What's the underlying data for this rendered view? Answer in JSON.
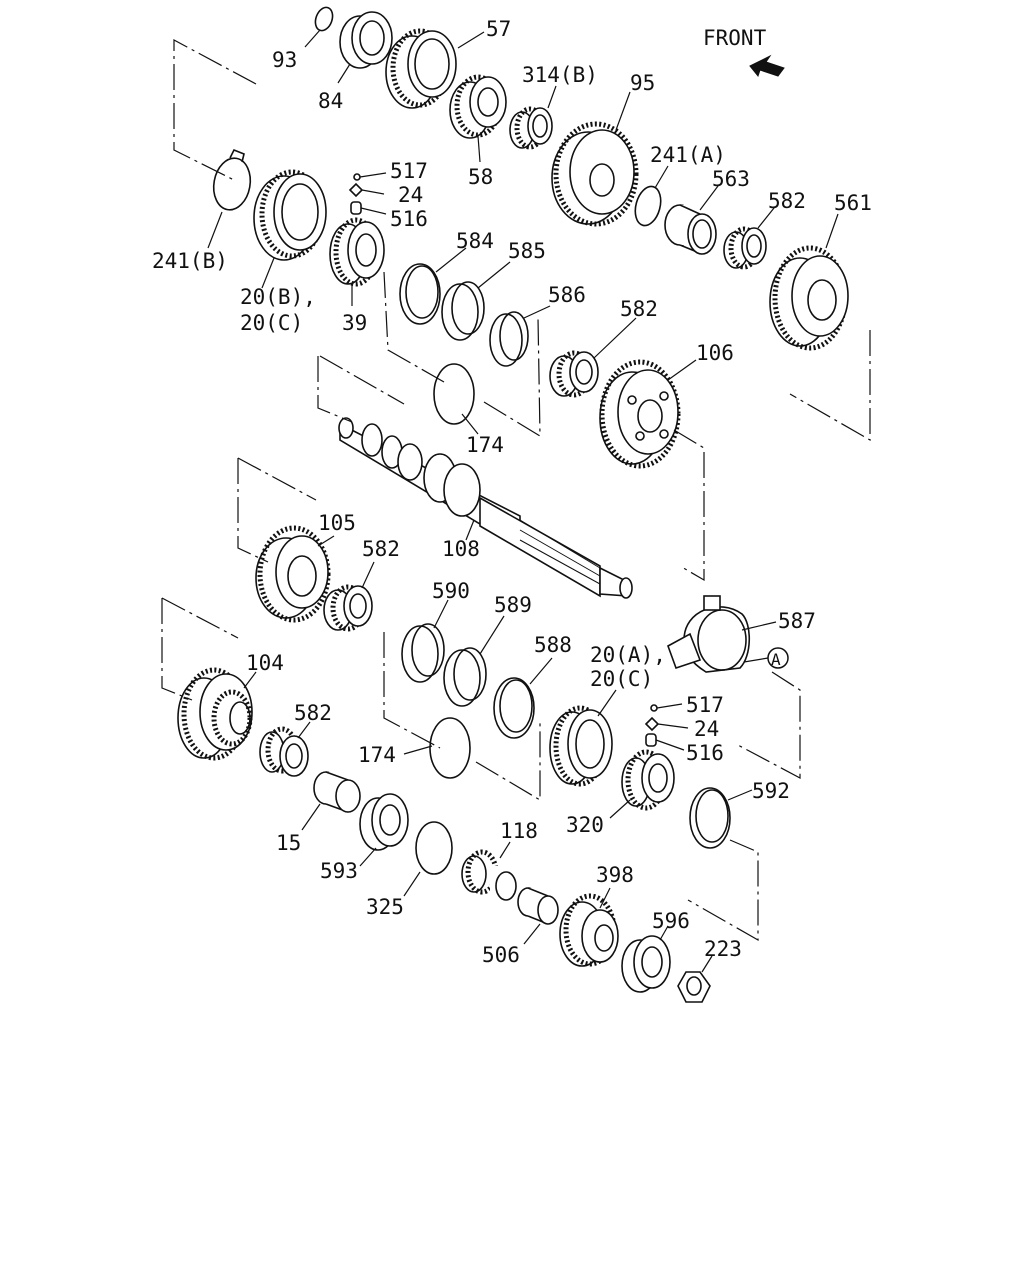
{
  "front_label": "FRONT",
  "ref_a": "A",
  "labels": {
    "p93": "93",
    "p84": "84",
    "p57": "57",
    "p314b": "314(B)",
    "p95": "95",
    "p58": "58",
    "p241a": "241(A)",
    "p563": "563",
    "p517_top": "517",
    "p24_top": "24",
    "p516_top": "516",
    "p582_a": "582",
    "p561": "561",
    "p584": "584",
    "p585": "585",
    "p241b": "241(B)",
    "p20bc_1": "20(B),",
    "p20bc_2": "20(C)",
    "p39": "39",
    "p586": "586",
    "p582_b": "582",
    "p106": "106",
    "p174_top": "174",
    "p105": "105",
    "p582_c": "582",
    "p108": "108",
    "p590": "590",
    "p589": "589",
    "p587": "587",
    "p588": "588",
    "p20ac_1": "20(A),",
    "p20ac_2": "20(C)",
    "p104": "104",
    "p517_bot": "517",
    "p582_d": "582",
    "p24_bot": "24",
    "p174_bot": "174",
    "p516_bot": "516",
    "p592": "592",
    "p320": "320",
    "p15": "15",
    "p118": "118",
    "p593": "593",
    "p398": "398",
    "p325": "325",
    "p596": "596",
    "p223": "223",
    "p506": "506"
  }
}
